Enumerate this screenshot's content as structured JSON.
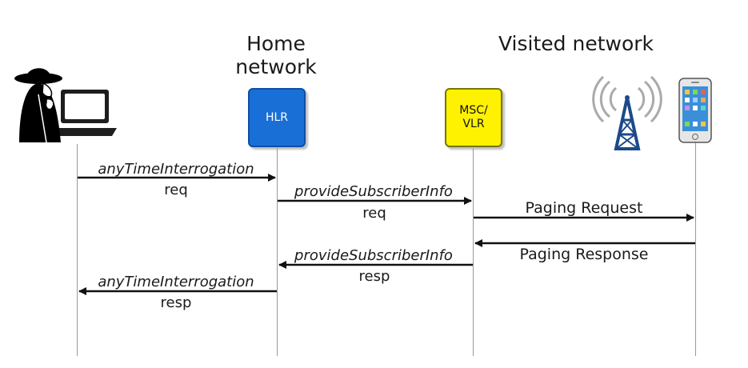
{
  "groups": {
    "home": "Home\nnetwork",
    "visited": "Visited network"
  },
  "nodes": {
    "hlr": "HLR",
    "msc": "MSC/\nVLR"
  },
  "messages": {
    "ati_req": {
      "name": "anyTimeInterrogation",
      "sub": "req"
    },
    "psi_req": {
      "name": "provideSubscriberInfo",
      "sub": "req"
    },
    "paging_req": "Paging Request",
    "paging_resp": "Paging Response",
    "psi_resp": {
      "name": "provideSubscriberInfo",
      "sub": "resp"
    },
    "ati_resp": {
      "name": "anyTimeInterrogation",
      "sub": "resp"
    }
  },
  "icons": {
    "attacker": "spy-attacker-icon",
    "tower": "radio-tower-icon",
    "phone": "smartphone-icon"
  },
  "colors": {
    "hlr": "#1a6fd6",
    "msc": "#fff200",
    "arrow": "#111111",
    "lifeline": "#9a9a9a"
  }
}
